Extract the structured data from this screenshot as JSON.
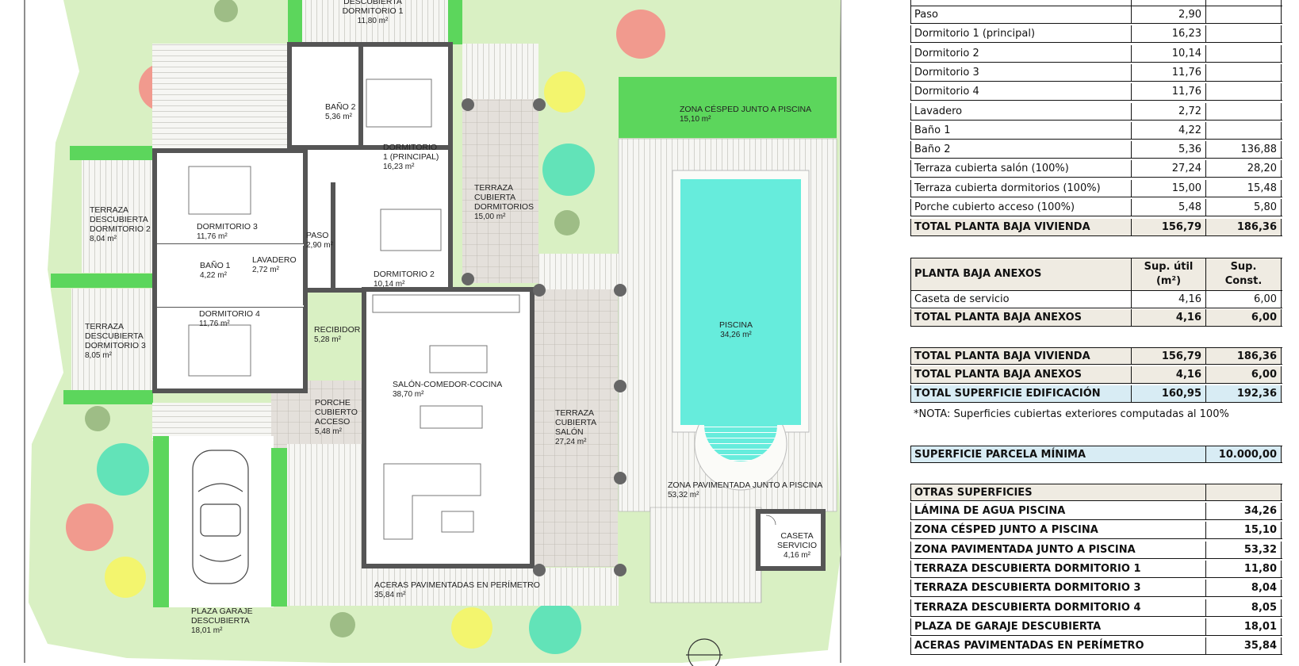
{
  "plan": {
    "labels": {
      "terraza_desc_dorm1": [
        "DESCUBIERTA",
        "DORMITORIO 1",
        "11,80 m²"
      ],
      "bano2": [
        "BAÑO 2",
        "5,36 m²"
      ],
      "dormitorio1": [
        "DORMITORIO",
        "1 (PRINCIPAL)",
        "16,23 m²"
      ],
      "terraza_desc_dorm2": [
        "TERRAZA",
        "DESCUBIERTA",
        "DORMITORIO 2",
        "8,04 m²"
      ],
      "dormitorio3": [
        "DORMITORIO 3",
        "11,76 m²"
      ],
      "paso": [
        "PASO",
        "2,90 m²"
      ],
      "terraza_cub_dorm": [
        "TERRAZA",
        "CUBIERTA",
        "DORMITORIOS",
        "15,00 m²"
      ],
      "bano1": [
        "BAÑO 1",
        "4,22 m²"
      ],
      "lavadero": [
        "LAVADERO",
        "2,72 m²"
      ],
      "dormitorio2": [
        "DORMITORIO 2",
        "10,14 m²"
      ],
      "terraza_desc_dorm3": [
        "TERRAZA",
        "DESCUBIERTA",
        "DORMITORIO 3",
        "8,05 m²"
      ],
      "dormitorio4": [
        "DORMITORIO 4",
        "11,76 m²"
      ],
      "recibidor": [
        "RECIBIDOR",
        "5,28 m²"
      ],
      "salon": [
        "SALÓN-COMEDOR-COCINA",
        "38,70 m²"
      ],
      "porche": [
        "PORCHE",
        "CUBIERTO",
        "ACCESO",
        "5,48 m²"
      ],
      "terraza_salon": [
        "TERRAZA",
        "CUBIERTA",
        "SALÓN",
        "27,24 m²"
      ],
      "zona_cesped": [
        "ZONA CÉSPED JUNTO A PISCINA",
        "15,10 m²"
      ],
      "piscina": [
        "PISCINA",
        "34,26 m²"
      ],
      "zona_pavimentada": [
        "ZONA PAVIMENTADA JUNTO A PISCINA",
        "53,32 m²"
      ],
      "caseta": [
        "CASETA",
        "SERVICIO",
        "4,16 m²"
      ],
      "aceras": [
        "ACERAS PAVIMENTADAS EN PERÍMETRO",
        "35,84 m²"
      ],
      "garaje": [
        "PLAZA GARAJE",
        "DESCUBIERTA",
        "18,01 m²"
      ]
    }
  },
  "table1": {
    "rows": [
      {
        "name": "Paso",
        "util": "2,90",
        "const": ""
      },
      {
        "name": "Dormitorio 1 (principal)",
        "util": "16,23",
        "const": ""
      },
      {
        "name": "Dormitorio 2",
        "util": "10,14",
        "const": ""
      },
      {
        "name": "Dormitorio 3",
        "util": "11,76",
        "const": ""
      },
      {
        "name": "Dormitorio 4",
        "util": "11,76",
        "const": ""
      },
      {
        "name": "Lavadero",
        "util": "2,72",
        "const": ""
      },
      {
        "name": "Baño 1",
        "util": "4,22",
        "const": ""
      },
      {
        "name": "Baño 2",
        "util": "5,36",
        "const": "136,88"
      },
      {
        "name": "Terraza cubierta salón (100%)",
        "util": "27,24",
        "const": "28,20"
      },
      {
        "name": "Terraza cubierta dormitorios (100%)",
        "util": "15,00",
        "const": "15,48"
      },
      {
        "name": "Porche cubierto acceso (100%)",
        "util": "5,48",
        "const": "5,80"
      }
    ],
    "total": {
      "name": "TOTAL PLANTA BAJA VIVIENDA",
      "util": "156,79",
      "const": "186,36"
    }
  },
  "table2": {
    "header": {
      "name": "PLANTA BAJA ANEXOS",
      "util": "Sup. útil (m²)",
      "const": "Sup. Const. (m²)"
    },
    "rows": [
      {
        "name": "Caseta de servicio",
        "util": "4,16",
        "const": "6,00"
      }
    ],
    "total": {
      "name": "TOTAL PLANTA BAJA ANEXOS",
      "util": "4,16",
      "const": "6,00"
    }
  },
  "table3": {
    "rows": [
      {
        "name": "TOTAL PLANTA BAJA VIVIENDA",
        "util": "156,79",
        "const": "186,36"
      },
      {
        "name": "TOTAL PLANTA BAJA ANEXOS",
        "util": "4,16",
        "const": "6,00"
      }
    ],
    "total": {
      "name": "TOTAL SUPERFICIE EDIFICACIÓN",
      "util": "160,95",
      "const": "192,36"
    },
    "note": "*NOTA: Superficies cubiertas exteriores computadas al 100%"
  },
  "parcela": {
    "name": "SUPERFICIE PARCELA MÍNIMA",
    "value": "10.000,00"
  },
  "otras": {
    "title": "OTRAS SUPERFICIES",
    "rows": [
      {
        "name": "LÁMINA DE AGUA PISCINA",
        "value": "34,26"
      },
      {
        "name": "ZONA CÉSPED JUNTO A PISCINA",
        "value": "15,10"
      },
      {
        "name": "ZONA PAVIMENTADA JUNTO A PISCINA",
        "value": "53,32"
      },
      {
        "name": "TERRAZA DESCUBIERTA DORMITORIO 1",
        "value": "11,80"
      },
      {
        "name": "TERRAZA DESCUBIERTA DORMITORIO 3",
        "value": "8,04"
      },
      {
        "name": "TERRAZA DESCUBIERTA DORMITORIO 4",
        "value": "8,05"
      },
      {
        "name": "PLAZA DE GARAJE DESCUBIERTA",
        "value": "18,01"
      },
      {
        "name": "ACERAS PAVIMENTADAS EN PERÍMETRO",
        "value": "35,84"
      }
    ]
  },
  "colors": {
    "grass_light": "#d9f0c3",
    "grass_strong": "#5cd65c",
    "pool": "#66ecdc",
    "wall": "#555555",
    "tree_red": "#f19a8e",
    "tree_teal": "#62e3b8",
    "tree_yellow": "#f3f56e",
    "tree_olive": "#9ebd86",
    "table_beige": "#efebe2",
    "table_blue": "#d8ecf4"
  }
}
